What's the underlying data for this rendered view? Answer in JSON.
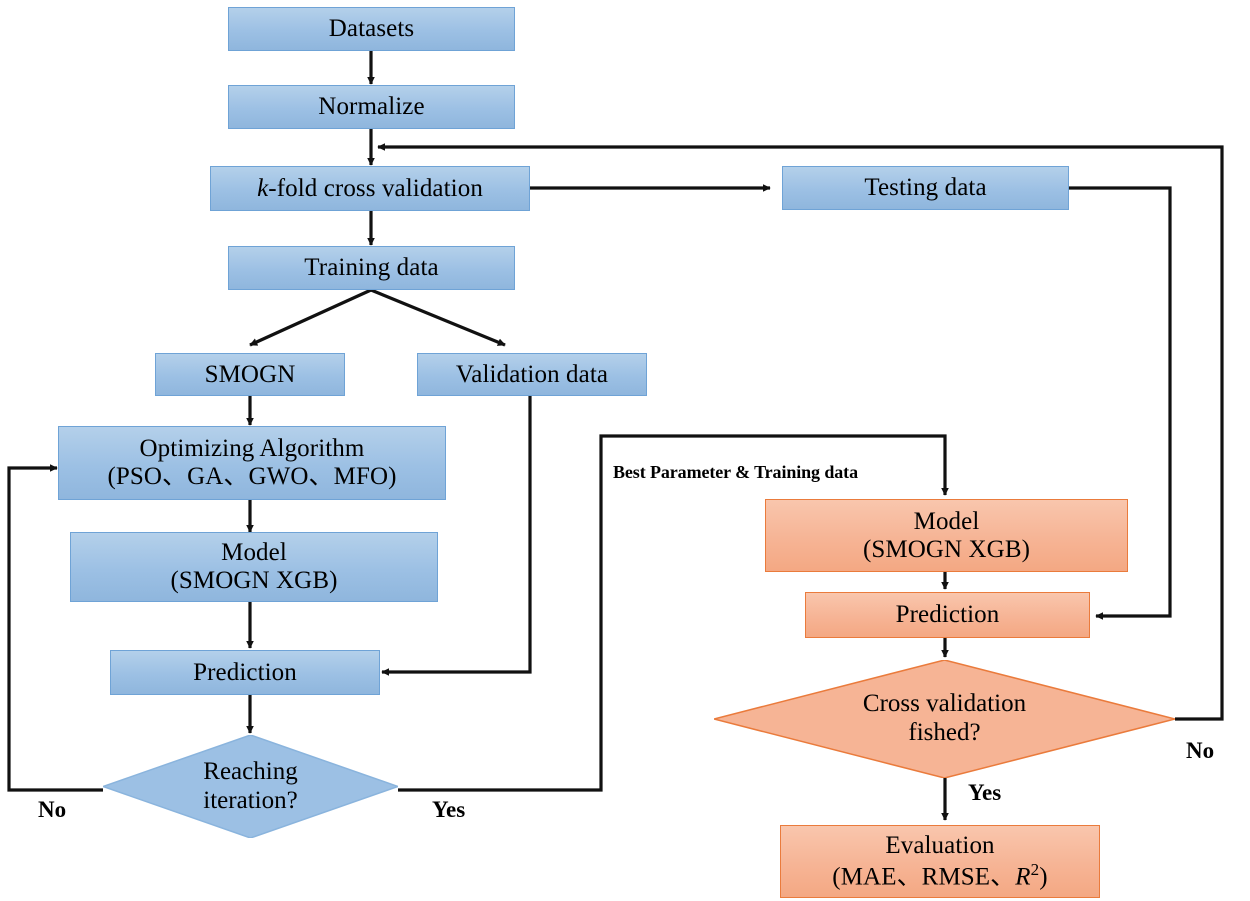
{
  "diagram": {
    "title": "Machine learning modeling workflow flowchart",
    "colors": {
      "blue_fill": "#9cc0e4",
      "blue_stroke": "#6fa3d6",
      "orange_fill": "#f6b495",
      "orange_stroke": "#ea7b3c",
      "line": "#000000",
      "background": "#ffffff"
    },
    "nodes": [
      {
        "id": "datasets",
        "label": "Datasets",
        "shape": "rect",
        "color": "blue"
      },
      {
        "id": "normalize",
        "label": "Normalize",
        "shape": "rect",
        "color": "blue"
      },
      {
        "id": "kfold",
        "label_pre": "k",
        "label_post": "-fold cross validation",
        "shape": "rect",
        "color": "blue"
      },
      {
        "id": "testing",
        "label": "Testing data",
        "shape": "rect",
        "color": "blue"
      },
      {
        "id": "training",
        "label": "Training data",
        "shape": "rect",
        "color": "blue"
      },
      {
        "id": "smogn",
        "label": "SMOGN",
        "shape": "rect",
        "color": "blue"
      },
      {
        "id": "validation",
        "label": "Validation data",
        "shape": "rect",
        "color": "blue"
      },
      {
        "id": "optimizing",
        "label_line1": "Optimizing Algorithm",
        "label_line2": "(PSO、GA、GWO、MFO)",
        "shape": "rect",
        "color": "blue"
      },
      {
        "id": "model_blue",
        "label_line1": "Model",
        "label_line2": "(SMOGN XGB)",
        "shape": "rect",
        "color": "blue"
      },
      {
        "id": "pred_blue",
        "label": "Prediction",
        "shape": "rect",
        "color": "blue"
      },
      {
        "id": "reaching",
        "label_line1": "Reaching",
        "label_line2": "iteration?",
        "shape": "diamond",
        "color": "blue"
      },
      {
        "id": "model_orange",
        "label_line1": "Model",
        "label_line2": "(SMOGN XGB)",
        "shape": "rect",
        "color": "orange"
      },
      {
        "id": "pred_orange",
        "label": "Prediction",
        "shape": "rect",
        "color": "orange"
      },
      {
        "id": "crossval",
        "label_line1": "Cross validation",
        "label_line2": "fished?",
        "shape": "diamond",
        "color": "orange"
      },
      {
        "id": "evaluation",
        "label_line1": "Evaluation",
        "label_line2_a": "(MAE、RMSE、",
        "label_line2_b": "R",
        "label_line2_sup": "2",
        "label_line2_c": ")",
        "shape": "rect",
        "color": "orange"
      }
    ],
    "edge_labels": {
      "no_left": "No",
      "yes_left": "Yes",
      "best_param": "Best Parameter & Training data",
      "no_right": "No",
      "yes_bottom": "Yes"
    }
  }
}
